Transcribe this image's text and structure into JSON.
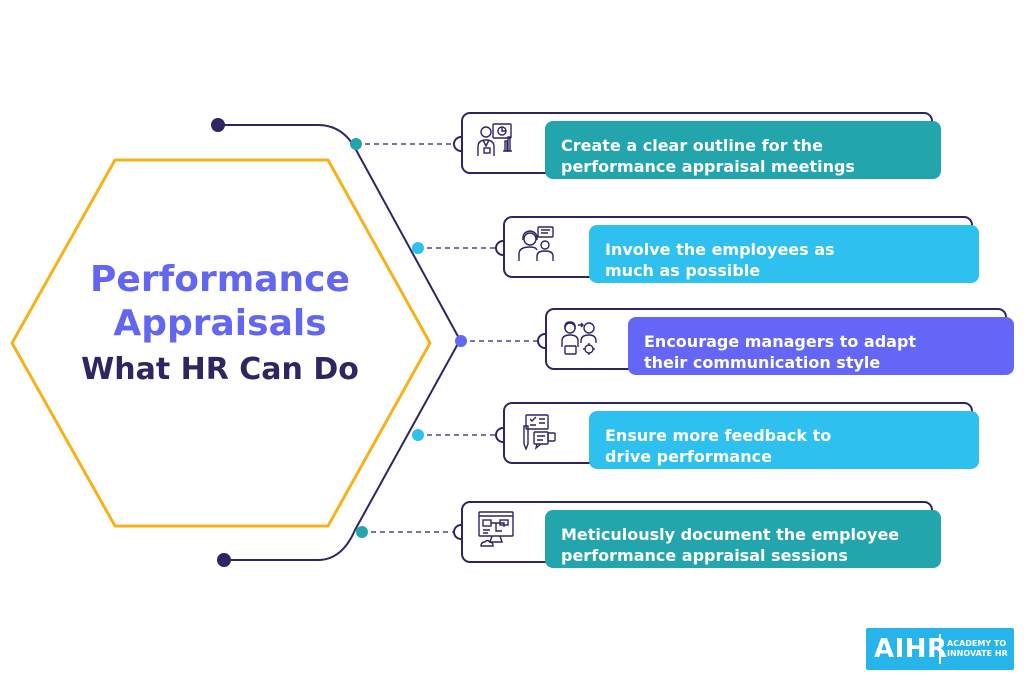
{
  "title": {
    "line1": "Performance",
    "line2": "Appraisals",
    "subtitle": "What HR Can Do"
  },
  "steps": [
    {
      "text": "Create a clear outline for the\nperformance appraisal meetings",
      "color": "#23a5ad",
      "icon": "presentation-icon"
    },
    {
      "text": "Involve the employees as\nmuch as possible",
      "color": "#2ec0ef",
      "icon": "employees-discussion-icon"
    },
    {
      "text": "Encourage managers to adapt\ntheir communication style",
      "color": "#6366f6",
      "icon": "manager-communication-icon"
    },
    {
      "text": "Ensure more feedback to\ndrive performance",
      "color": "#2ec0ef",
      "icon": "feedback-icon"
    },
    {
      "text": "Meticulously document the employee\nperformance appraisal sessions",
      "color": "#23a5ad",
      "icon": "document-computer-icon"
    }
  ],
  "colors": {
    "hexagon_outline": "#f7b21b",
    "navy": "#2e2563",
    "title": "#6366f1"
  },
  "logo": {
    "main": "AIHR",
    "sub": "ACADEMY TO\nINNOVATE HR",
    "color": "#27b4ea"
  }
}
